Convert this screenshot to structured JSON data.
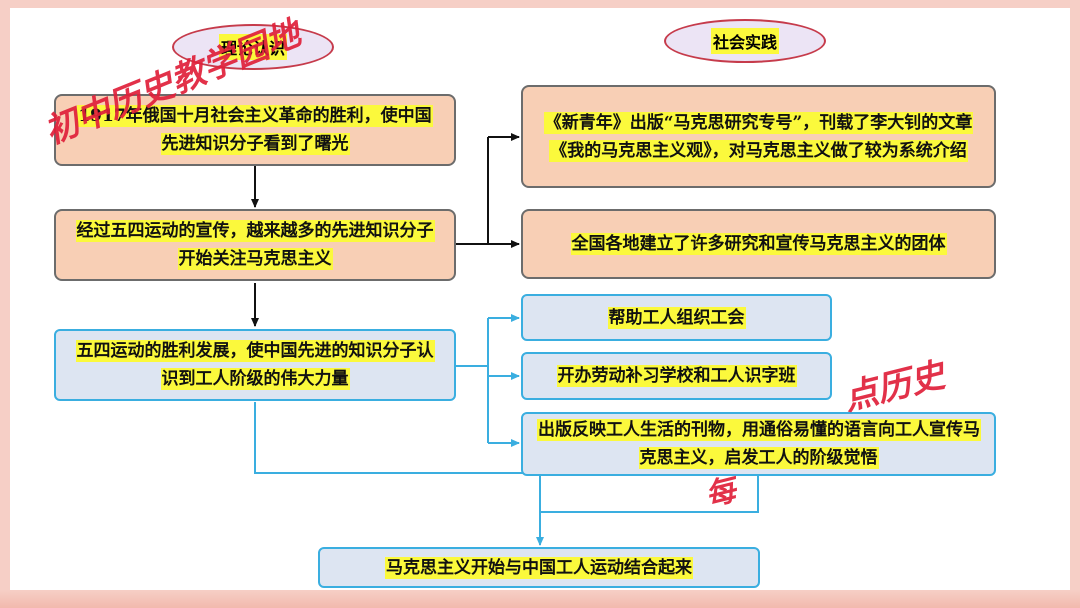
{
  "headers": {
    "theory": "理论认识",
    "practice": "社会实践"
  },
  "theory_nodes": {
    "n1": "1917年俄国十月社会主义革命的胜利，使中国先进知识分子看到了曙光",
    "n2": "经过五四运动的宣传，越来越多的先进知识分子开始关注马克思主义",
    "n3": "五四运动的胜利发展，使中国先进的知识分子认识到工人阶级的伟大力量"
  },
  "practice_nodes": {
    "p1": "《新青年》出版“马克思研究专号”，刊载了李大钊的文章《我的马克思主义观》，对马克思主义做了较为系统介绍",
    "p2": "全国各地建立了许多研究和宣传马克思主义的团体",
    "w1": "帮助工人组织工会",
    "w2": "开办劳动补习学校和工人识字班",
    "w3": "出版反映工人生活的刊物，用通俗易懂的语言向工人宣传马克思主义，启发工人的阶级觉悟"
  },
  "result": "马克思主义开始与中国工人运动结合起来",
  "watermarks": {
    "wm1": "初中历史教学园地",
    "wm2": "点历史",
    "wm3": "每"
  },
  "colors": {
    "orange_fill": "#f8cfb5",
    "blue_fill": "#dde5f2",
    "blue_line": "#3aaee0",
    "highlight": "#fbf93c",
    "watermark": "#e0203a"
  }
}
